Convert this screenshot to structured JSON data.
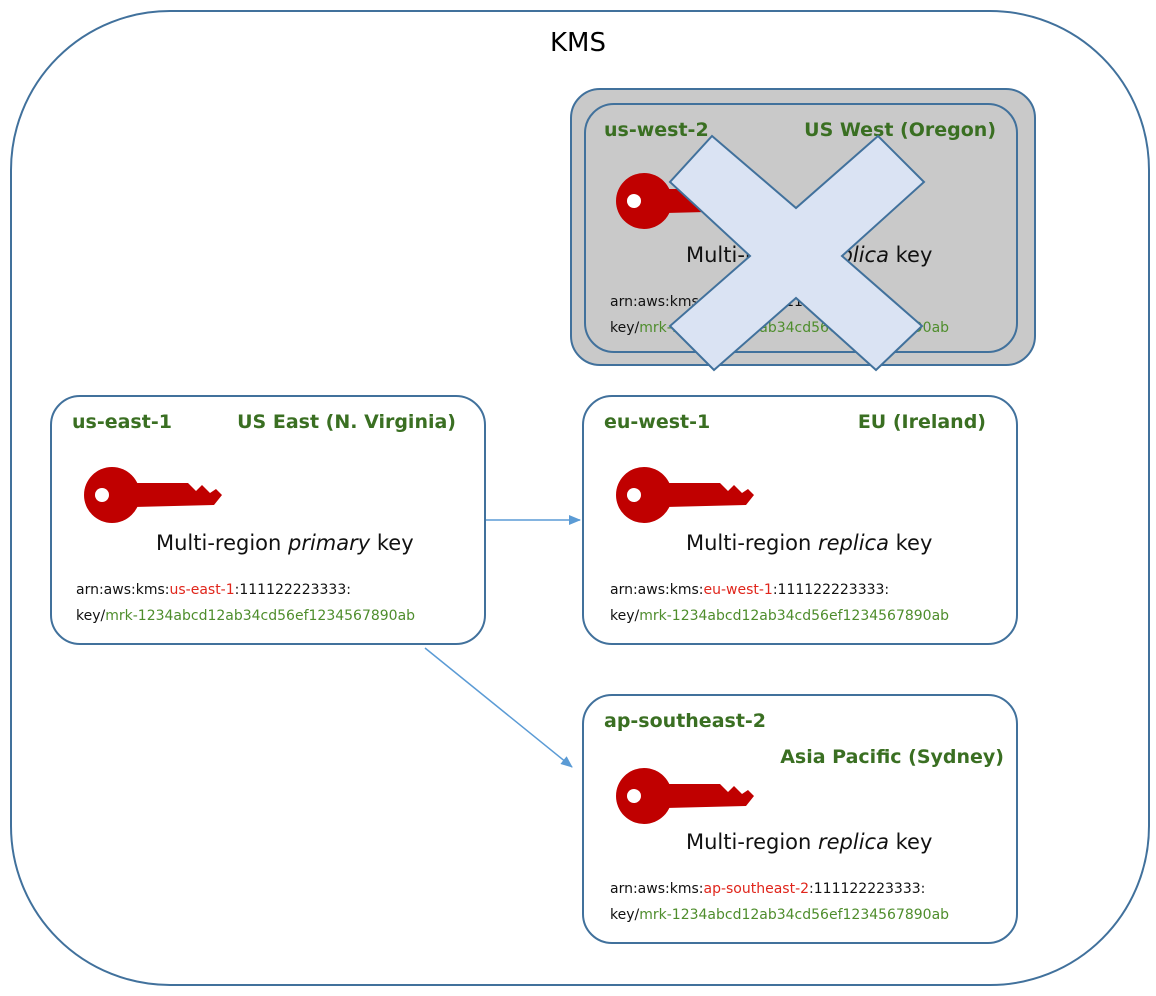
{
  "title": "KMS",
  "regions": [
    {
      "code": "us-east-1",
      "name": "US East (N. Virginia)",
      "key_desc_prefix": "Multi-region ",
      "key_desc_role": "primary",
      "key_desc_suffix": " key",
      "arn_prefix": "arn:aws:kms:",
      "arn_region": "us-east-1",
      "arn_account": ":111122223333:",
      "arn_key_label": "key/",
      "arn_key_id": "mrk-1234abcd12ab34cd56ef1234567890ab"
    },
    {
      "code": "us-west-2",
      "name": "US West (Oregon)",
      "key_desc_prefix": "Multi-region ",
      "key_desc_role": "replica",
      "key_desc_suffix": " key",
      "arn_prefix": "arn:aws:kms:",
      "arn_region": "us-west-2",
      "arn_account": ":111122223333:",
      "arn_key_label": "key/",
      "arn_key_id": "mrk-1234abcd12ab34cd56ef1234567890ab",
      "deleted": true
    },
    {
      "code": "eu-west-1",
      "name": "EU (Ireland)",
      "key_desc_prefix": "Multi-region ",
      "key_desc_role": "replica",
      "key_desc_suffix": " key",
      "arn_prefix": "arn:aws:kms:",
      "arn_region": "eu-west-1",
      "arn_account": ":111122223333:",
      "arn_key_label": "key/",
      "arn_key_id": "mrk-1234abcd12ab34cd56ef1234567890ab"
    },
    {
      "code": "ap-southeast-2",
      "name": "Asia Pacific (Sydney)",
      "key_desc_prefix": "Multi-region ",
      "key_desc_role": "replica",
      "key_desc_suffix": " key",
      "arn_prefix": "arn:aws:kms:",
      "arn_region": "ap-southeast-2",
      "arn_account": ":111122223333:",
      "arn_key_label": "key/",
      "arn_key_id": "mrk-1234abcd12ab34cd56ef1234567890ab"
    }
  ],
  "colors": {
    "border": "#41719c",
    "region_label": "#3a6f22",
    "key_icon": "#c00000",
    "arn_region": "#e0251b",
    "arn_key_id": "#4e8d2c",
    "arrow": "#5b9bd5",
    "cross_fill": "#dae3f3",
    "cross_stroke": "#41719c",
    "deleted_bg": "#c9c9c9"
  },
  "icons": [
    "key-icon",
    "cross-mark-icon",
    "arrow-icon"
  ]
}
